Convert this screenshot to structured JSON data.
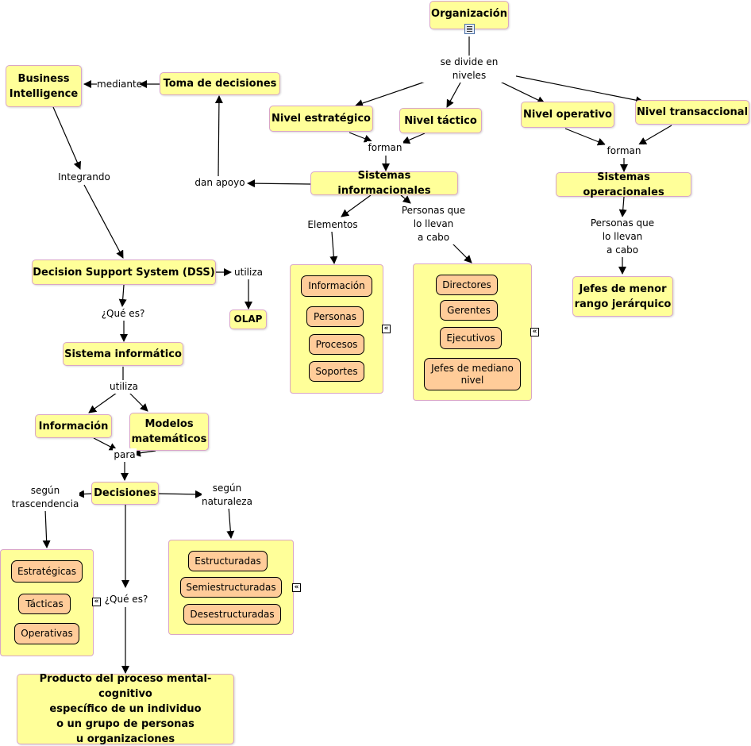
{
  "nodes": {
    "organizacion": "Organización",
    "business_intelligence": "Business\nIntelligence",
    "toma_decisiones": "Toma de decisiones",
    "nivel_estrategico": "Nivel estratégico",
    "nivel_tactico": "Nivel táctico",
    "nivel_operativo": "Nivel operativo",
    "nivel_transaccional": "Nivel transaccional",
    "sistemas_informacionales": "Sistemas informacionales",
    "sistemas_operacionales": "Sistemas operacionales",
    "dss": "Decision Support System (DSS)",
    "olap": "OLAP",
    "jefes_menor": "Jefes de menor\nrango jerárquico",
    "sistema_informatico": "Sistema informático",
    "informacion": "Información",
    "modelos": "Modelos\nmatemáticos",
    "decisiones": "Decisiones",
    "producto": "Producto del proceso mental-cognitivo\nespecífico de un individuo\no un grupo de personas\nu organizaciones"
  },
  "links": {
    "divide": "se divide en niveles",
    "mediante": "mediante",
    "integrando": "Integrando",
    "forman_1": "forman",
    "forman_2": "forman",
    "dan_apoyo": "dan apoyo",
    "elementos": "Elementos",
    "personas_1": "Personas que\nlo llevan\na cabo",
    "personas_2": "Personas que\nlo llevan\na cabo",
    "utiliza_1": "utiliza",
    "que_es_1": "¿Qué es?",
    "utiliza_2": "utiliza",
    "para": "para",
    "segun_trascendencia": "según\ntrascendencia",
    "segun_naturaleza": "según\nnaturaleza",
    "que_es_2": "¿Qué es?"
  },
  "groups": {
    "elementos": [
      "Información",
      "Personas",
      "Procesos",
      "Soportes"
    ],
    "personas": [
      "Directores",
      "Gerentes",
      "Ejecutivos",
      "Jefes de mediano\nnivel"
    ],
    "trascendencia": [
      "Estratégicas",
      "Tácticas",
      "Operativas"
    ],
    "naturaleza": [
      "Estructuradas",
      "Semiestructuradas",
      "Desestructuradas"
    ]
  },
  "toggle_symbol": "«",
  "colors": {
    "concept_fill": "#ffff99",
    "item_fill": "#ffcc99",
    "border": "#d9a6c6"
  }
}
